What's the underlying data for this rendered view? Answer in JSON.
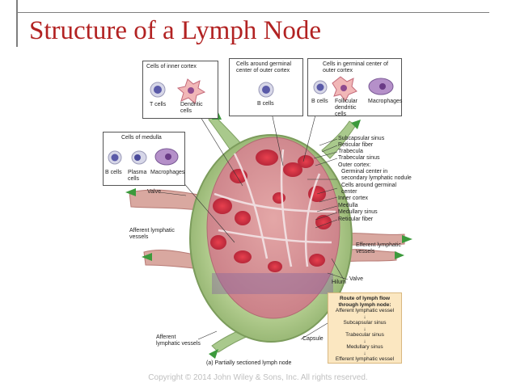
{
  "slide": {
    "title": "Structure of a Lymph Node",
    "copyright": "Copyright © 2014 John Wiley & Sons, Inc. All rights reserved."
  },
  "boxes": {
    "inner_cortex": {
      "header": "Cells of inner cortex",
      "cells": [
        "T cells",
        "Dendritic cells"
      ]
    },
    "germinal_around": {
      "header": "Cells around germinal center of outer cortex",
      "cells": [
        "B cells"
      ]
    },
    "germinal_center": {
      "header": "Cells in germinal center of outer cortex",
      "cells": [
        "B cells",
        "Follicular dendritic cells",
        "Macrophages"
      ]
    },
    "medulla": {
      "header": "Cells of medulla",
      "cells": [
        "B cells",
        "Plasma cells",
        "Macrophages"
      ]
    }
  },
  "labels": {
    "right": [
      "Subcapsular sinus",
      "Reticular fiber",
      "Trabecula",
      "Trabecular sinus",
      "Outer cortex:",
      "Germinal center in",
      "secondary lymphatic nodule",
      "Cells around germinal",
      "center",
      "Inner cortex",
      "Medulla",
      "Medullary sinus",
      "Reticular fiber"
    ],
    "valve_left": "Valve",
    "afferent_left": [
      "Afferent lymphatic",
      "vessels"
    ],
    "efferent": [
      "Efferent lymphatic",
      "vessels"
    ],
    "valve_right": "Valve",
    "hilum": "Hilum",
    "afferent_bottom": [
      "Afferent",
      "lymphatic vessels"
    ],
    "capsule": "Capsule",
    "caption": "(a) Partially sectioned lymph node"
  },
  "route": {
    "title": [
      "Route of lymph flow",
      "through lymph node:"
    ],
    "steps": [
      "Afferent lymphatic vessel",
      "Subcapsular sinus",
      "Trabecular sinus",
      "Medullary sinus",
      "Efferent lymphatic vessel"
    ],
    "arrow": "↓"
  },
  "colors": {
    "title": "#b22222",
    "node": "#a8c48a",
    "cortex": "#c94a5a",
    "route_bg": "#fbe7c1"
  }
}
